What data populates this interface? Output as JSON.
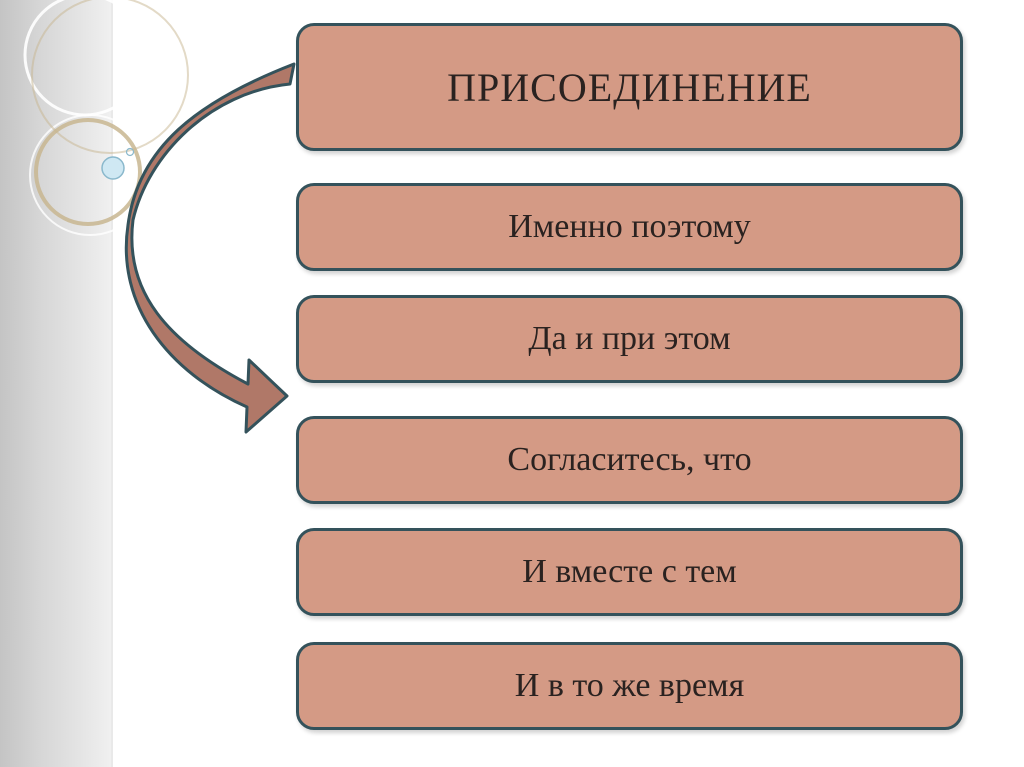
{
  "title": "ПРИСОЕДИНЕНИЕ",
  "items": [
    "Именно поэтому",
    "Да и при этом",
    "Согласитесь, что",
    "И вместе с тем",
    "И в то же время"
  ],
  "colors": {
    "box_fill": "#d49a85",
    "box_border": "#34525b",
    "arrow_fill": "#b07868",
    "text": "#2a2220"
  }
}
